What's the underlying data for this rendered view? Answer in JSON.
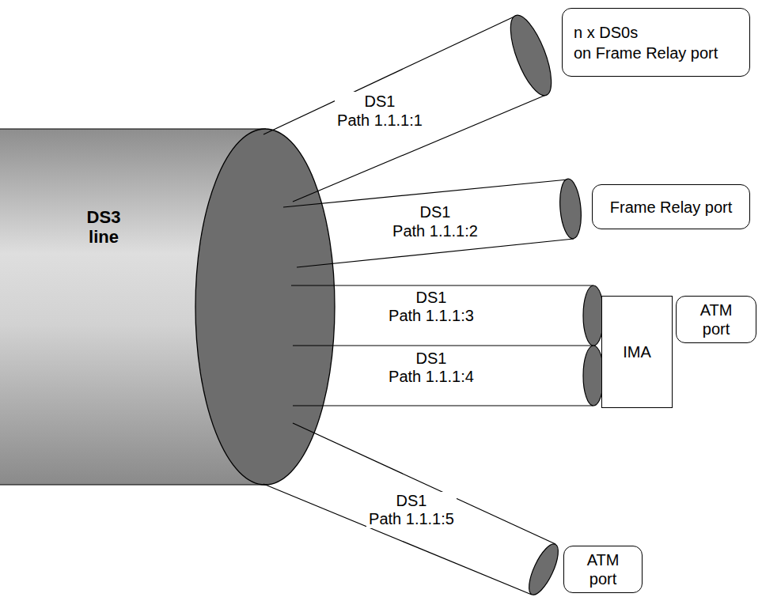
{
  "diagram": {
    "nodes": [
      {
        "text": [
          "DS3 line"
        ]
      },
      {
        "text": [
          "DS1 Path 1.1.1:1"
        ]
      },
      {
        "text": [
          "n x DS0s on Frame Relay port"
        ]
      },
      {
        "text": [
          "DS1 Path 1.1.1:2"
        ]
      },
      {
        "text": [
          "Frame Relay port"
        ]
      },
      {
        "text": [
          "DS1 Path 1.1.1:3"
        ]
      },
      {
        "text": [
          "DS1 Path 1.1.1:4"
        ]
      },
      {
        "text": [
          "IMA"
        ]
      },
      {
        "text": [
          "ATM port"
        ]
      },
      {
        "text": [
          "DS1 Path 1.1.1:5"
        ]
      },
      {
        "text": [
          "ATM port"
        ]
      }
    ]
  }
}
